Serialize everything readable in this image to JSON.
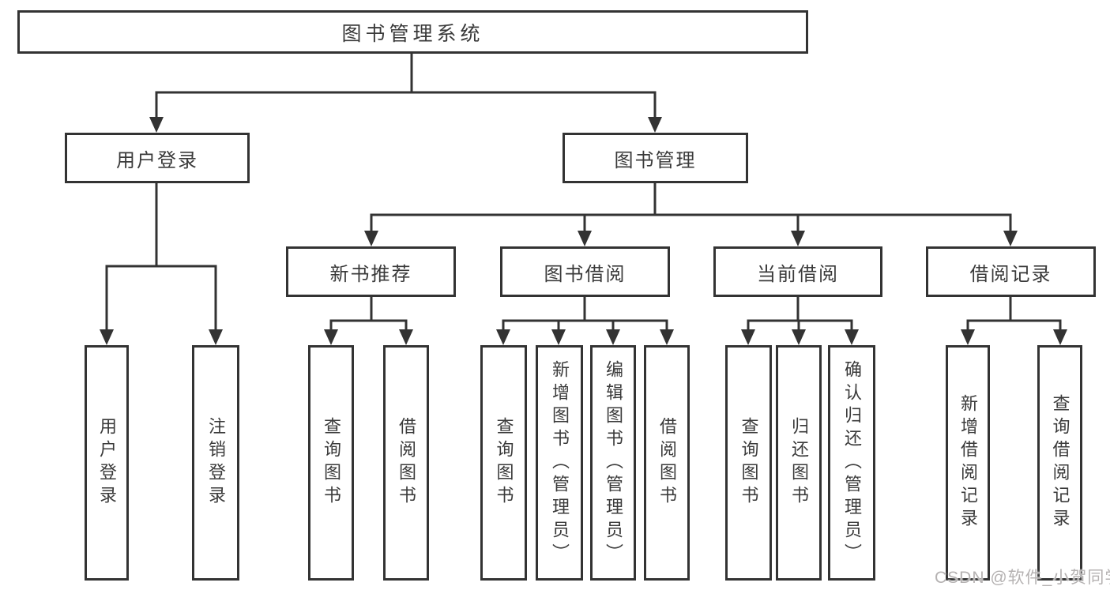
{
  "diagram": {
    "root_label": "图书管理系统",
    "level2": [
      {
        "label": "用户登录"
      },
      {
        "label": "图书管理"
      }
    ],
    "level3": [
      {
        "label": "新书推荐"
      },
      {
        "label": "图书借阅"
      },
      {
        "label": "当前借阅"
      },
      {
        "label": "借阅记录"
      }
    ],
    "leaves": {
      "user_login": [
        "用户登录",
        "注销登录"
      ],
      "new_book_rec": [
        "查询图书",
        "借阅图书"
      ],
      "book_borrow": [
        "查询图书",
        "新增图书（管理员）",
        "编辑图书（管理员）",
        "借阅图书"
      ],
      "current_borrow": [
        "查询图书",
        "归还图书",
        "确认归还（管理员）"
      ],
      "borrow_records": [
        "新增借阅记录",
        "查询借阅记录"
      ]
    }
  },
  "watermark": {
    "text": "CSDN @软件_小贺同学"
  },
  "colors": {
    "line": "#333333",
    "text": "#3a3a3a",
    "watermark": "#b5b2b2",
    "background": "#ffffff"
  }
}
